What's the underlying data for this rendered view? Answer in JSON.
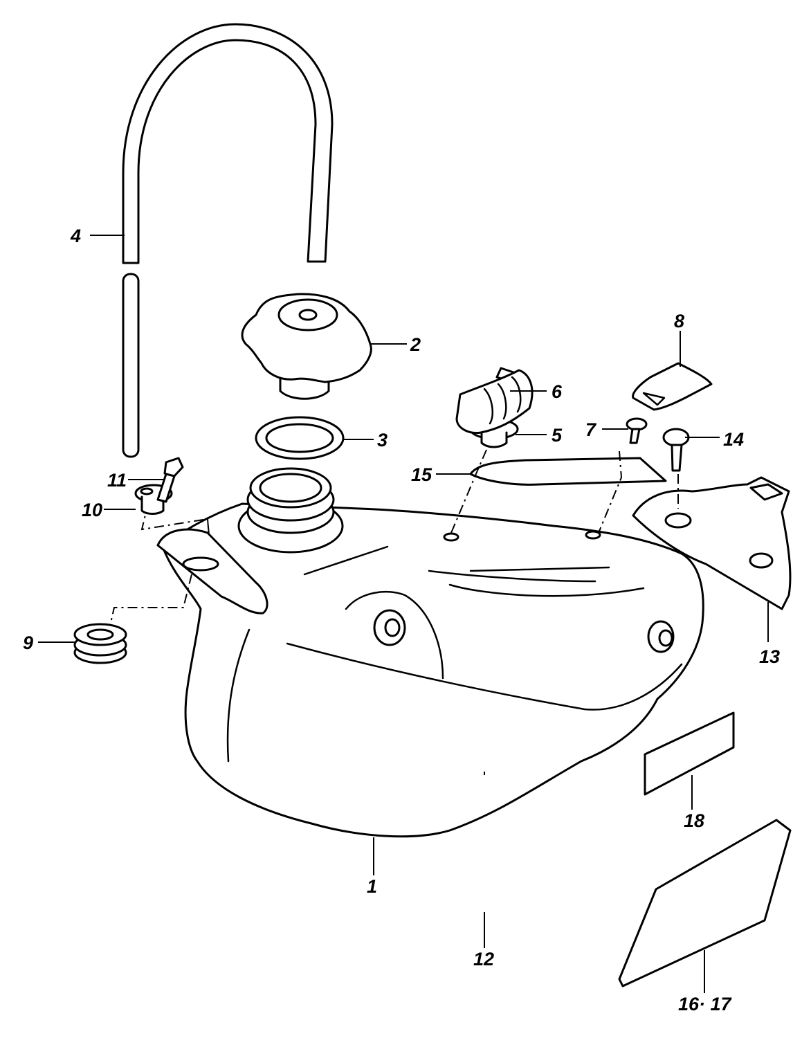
{
  "callouts": {
    "c1": "1",
    "c2": "2",
    "c3": "3",
    "c4": "4",
    "c5": "5",
    "c6": "6",
    "c7": "7",
    "c8": "8",
    "c9": "9",
    "c10": "10",
    "c11": "11",
    "c12": "12",
    "c13": "13",
    "c14": "14",
    "c15": "15",
    "c16_17": "16· 17",
    "c18": "18"
  },
  "colors": {
    "line": "#000000",
    "background": "#ffffff"
  }
}
